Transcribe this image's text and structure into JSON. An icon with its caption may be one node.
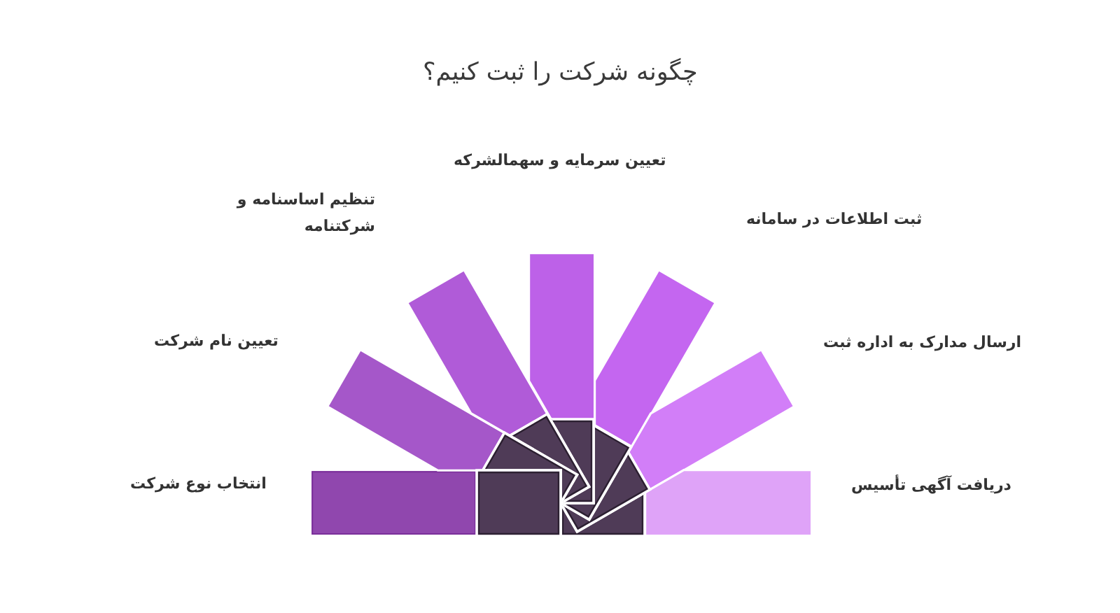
{
  "diagram": {
    "title": "چگونه شرکت را ثبت کنیم؟",
    "nodes": [
      {
        "text": [],
        "shape": "bar",
        "beside": [
          "انتخاب نوع شرکت"
        ]
      },
      {
        "text": [],
        "shape": "bar",
        "beside": [
          "تعیین نام شرکت"
        ]
      },
      {
        "text": [],
        "shape": "bar",
        "beside": [
          "تنظیم اساسنامه و شرکتنامه"
        ]
      },
      {
        "text": [],
        "shape": "bar"
      },
      {
        "text": [],
        "shape": "bar",
        "beside": [
          "ثبت اطلاعات در سامانه"
        ]
      },
      {
        "text": [],
        "shape": "bar",
        "beside": [
          "ارسال مدارک به اداره ثبت"
        ]
      },
      {
        "text": [],
        "shape": "bar",
        "beside": [
          "دریافت آگهی تأسیس"
        ]
      }
    ],
    "labels": [
      "تعیین سرمایه و سهمالشرکه"
    ]
  }
}
